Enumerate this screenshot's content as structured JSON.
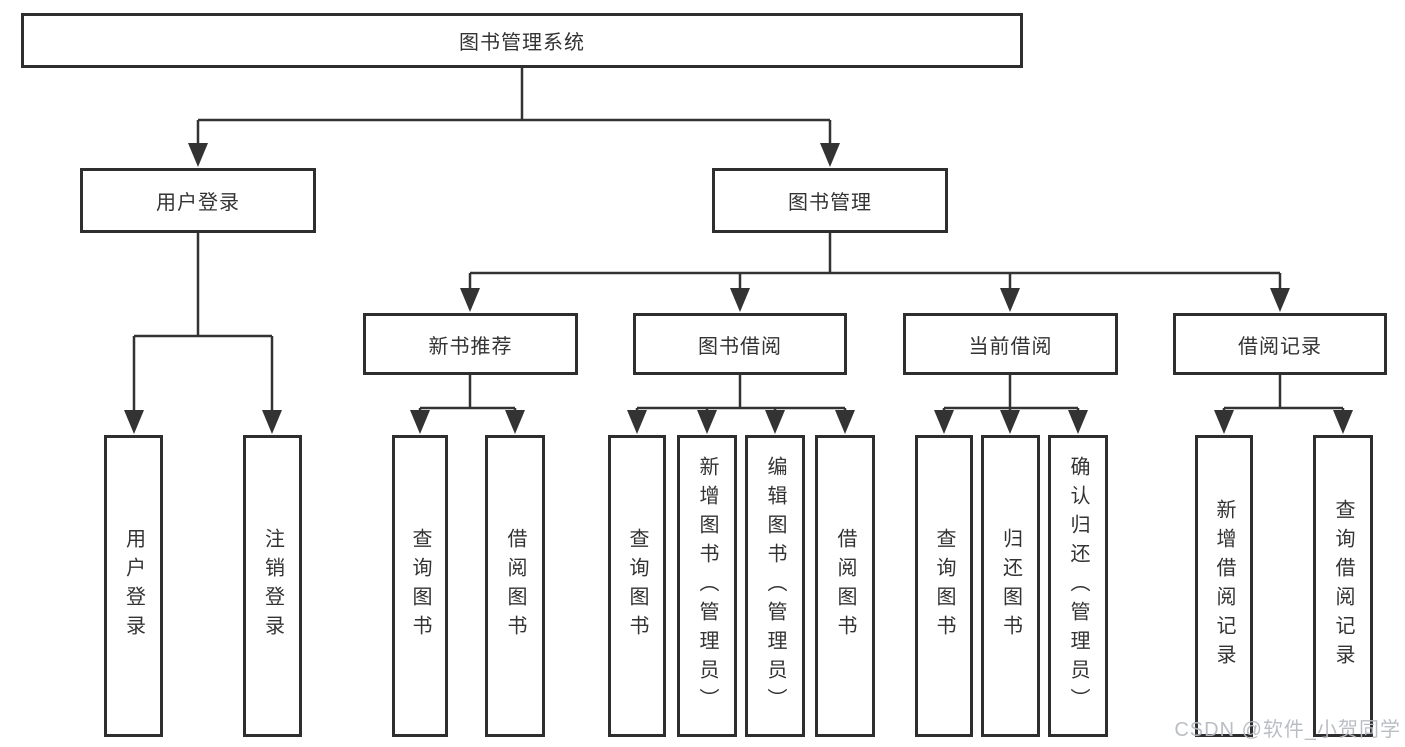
{
  "nodes": {
    "root": {
      "label": "图书管理系统"
    },
    "level2": [
      {
        "label": "用户登录",
        "parent": "图书管理系统"
      },
      {
        "label": "图书管理",
        "parent": "图书管理系统"
      }
    ],
    "level3": [
      {
        "label": "新书推荐",
        "parent": "图书管理"
      },
      {
        "label": "图书借阅",
        "parent": "图书管理"
      },
      {
        "label": "当前借阅",
        "parent": "图书管理"
      },
      {
        "label": "借阅记录",
        "parent": "图书管理"
      }
    ],
    "leaves": [
      {
        "label": "用户登录",
        "parent": "用户登录"
      },
      {
        "label": "注销登录",
        "parent": "用户登录"
      },
      {
        "label": "查询图书",
        "parent": "新书推荐"
      },
      {
        "label": "借阅图书",
        "parent": "新书推荐"
      },
      {
        "label": "查询图书",
        "parent": "图书借阅"
      },
      {
        "label": "新增图书（管理员）",
        "parent": "图书借阅"
      },
      {
        "label": "编辑图书（管理员）",
        "parent": "图书借阅"
      },
      {
        "label": "借阅图书",
        "parent": "图书借阅"
      },
      {
        "label": "查询图书",
        "parent": "当前借阅"
      },
      {
        "label": "归还图书",
        "parent": "当前借阅"
      },
      {
        "label": "确认归还（管理员）",
        "parent": "当前借阅"
      },
      {
        "label": "新增借阅记录",
        "parent": "借阅记录"
      },
      {
        "label": "查询借阅记录",
        "parent": "借阅记录"
      }
    ]
  },
  "watermark": {
    "text": "CSDN @软件_小贺同学"
  },
  "colors": {
    "line": "#333333",
    "box_border": "#2e2e2e",
    "text": "#333333",
    "background": "#ffffff",
    "watermark": "#b7bbc1"
  }
}
